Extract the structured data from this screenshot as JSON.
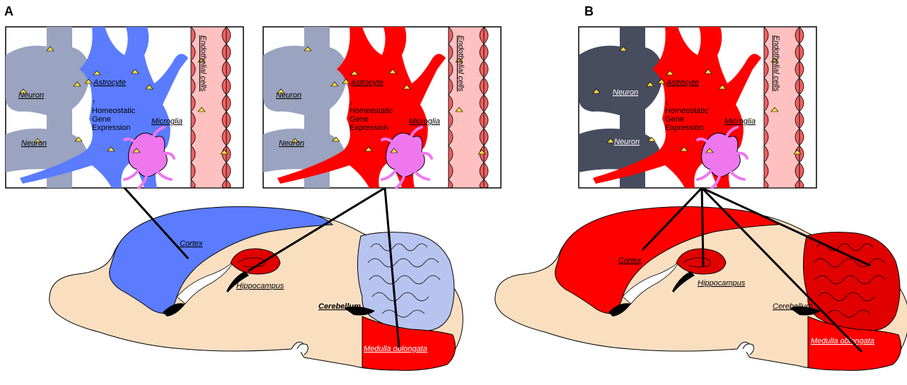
{
  "panels": [
    {
      "letter": "A",
      "insets": [
        {
          "neuron_top": "Neuron",
          "neuron_bottom": "Neuron",
          "astrocyte": "Astrocyte",
          "expression_lines": [
            "↑",
            "Homeostatic",
            "Gene",
            "Expression"
          ],
          "microglia": "Microglia",
          "endothelial": "Endothelial cells",
          "colors": {
            "astrocyte": "#5b7cff",
            "neuron": "#9aa3c0"
          }
        },
        {
          "neuron_top": "Neuron",
          "neuron_bottom": "Neuron",
          "astrocyte": "Astrocyte",
          "expression_lines": [
            "↓",
            "Homeostatic",
            "Gene",
            "Expression"
          ],
          "microglia": "Microglia",
          "endothelial": "Endothelial cells",
          "colors": {
            "astrocyte": "#ff0000",
            "neuron": "#9aa3c0"
          }
        }
      ],
      "brain": {
        "cortex": "Cortex",
        "hippocampus": "Hippocampus",
        "cerebellum": "Cerebellum",
        "medulla": "Medulla oblongata",
        "colors": {
          "cortex": "#5b7cff",
          "hippocampus": "#e00000",
          "cerebellum": "#b8c4f0",
          "medulla": "#ff0000",
          "tissue": "#f9dfc0"
        }
      }
    },
    {
      "letter": "B",
      "insets": [
        {
          "neuron_top": "Neuron",
          "neuron_bottom": "Neuron",
          "astrocyte": "Astrocyte",
          "expression_lines": [
            "↓",
            "Homeostatic",
            "Gene",
            "Expression"
          ],
          "microglia": "Microglia",
          "endothelial": "Endothelial cells",
          "colors": {
            "astrocyte": "#ff0000",
            "neuron": "#474c5e"
          }
        }
      ],
      "brain": {
        "cortex": "Cortex",
        "hippocampus": "Hippocampus",
        "cerebellum": "Cerebellum",
        "medulla": "Medulla oblongata",
        "colors": {
          "cortex": "#ff0000",
          "hippocampus": "#e00000",
          "cerebellum": "#e00000",
          "medulla": "#ff0000",
          "tissue": "#f9dfc0"
        }
      }
    }
  ],
  "colors": {
    "endothelial_fill": "#ffc0c0",
    "endothelial_cell": "#f06060",
    "microglia": "#ee77ee",
    "vesicle": "#ffe040"
  }
}
